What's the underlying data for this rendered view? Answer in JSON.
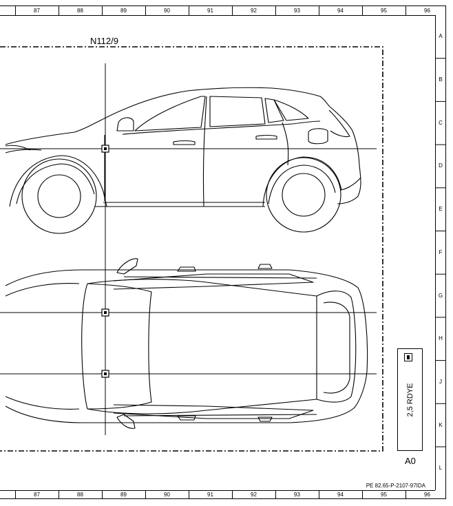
{
  "diagram": {
    "id": "N112/9",
    "drawing_code": "PE 82.65-P-2107-97IDA"
  },
  "grid": {
    "columns": [
      "87",
      "88",
      "89",
      "90",
      "91",
      "92",
      "93",
      "94",
      "95",
      "96"
    ],
    "rows": [
      "A",
      "B",
      "C",
      "D",
      "E",
      "F",
      "G",
      "H",
      "J",
      "K",
      "L"
    ]
  },
  "connector": {
    "name": "A0",
    "wire_label": "2,5 RDYE"
  },
  "icons": {
    "connector": "connector-plug-icon",
    "ground_point": "ground-point-icon"
  }
}
